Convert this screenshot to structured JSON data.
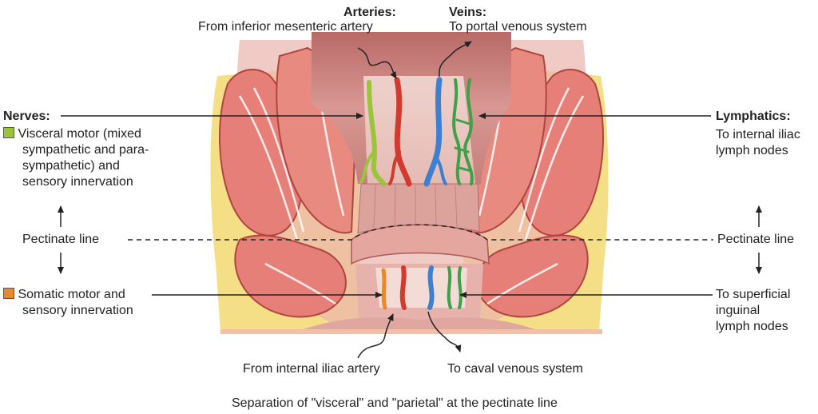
{
  "arteries": {
    "title": "Arteries:",
    "from_upper": "From inferior mesenteric artery",
    "from_lower": "From internal iliac artery"
  },
  "veins": {
    "title": "Veins:",
    "to_upper": "To portal venous system",
    "to_lower": "To caval venous system"
  },
  "nerves": {
    "title": "Nerves:",
    "visceral": [
      "Visceral motor (mixed",
      "sympathetic and para-",
      "sympathetic) and",
      "sensory innervation"
    ],
    "somatic": [
      "Somatic motor and",
      "sensory innervation"
    ]
  },
  "lymphatics": {
    "title": "Lymphatics:",
    "upper": [
      "To internal iliac",
      "lymph nodes"
    ],
    "lower": [
      "To superficial",
      "inguinal",
      "lymph nodes"
    ]
  },
  "pectinate": {
    "left": "Pectinate line",
    "right": "Pectinate line"
  },
  "caption": "Separation of \"visceral\" and \"parietal\" at the pectinate line",
  "colors": {
    "visceral_nerve": "#9bc43a",
    "somatic_nerve": "#e8892c",
    "artery": "#d23a2e",
    "vein": "#3f7fd0",
    "lymph": "#3fa048",
    "fat": "#f6e08a",
    "muscle": "#e07a74",
    "mucosa": "#d99a94"
  }
}
